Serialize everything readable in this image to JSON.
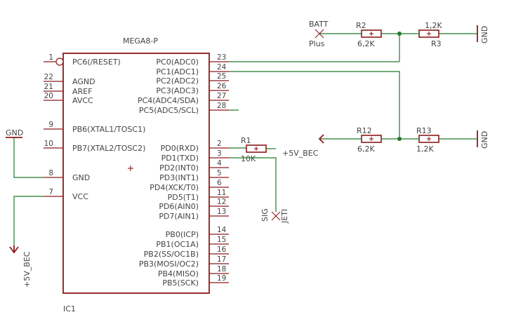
{
  "ic": {
    "name": "MEGA8-P",
    "ref": "IC1",
    "left_pins": [
      {
        "num": "1",
        "name": "PC6(/RESET)"
      },
      {
        "num": "22",
        "name": "AGND"
      },
      {
        "num": "21",
        "name": "AREF"
      },
      {
        "num": "20",
        "name": "AVCC"
      },
      {
        "num": "9",
        "name": "PB6(XTAL1/TOSC1)"
      },
      {
        "num": "10",
        "name": "PB7(XTAL2/TOSC2)"
      },
      {
        "num": "8",
        "name": "GND"
      },
      {
        "num": "7",
        "name": "VCC"
      }
    ],
    "right_pins": [
      {
        "num": "23",
        "name": "PC0(ADC0)"
      },
      {
        "num": "24",
        "name": "PC1(ADC1)"
      },
      {
        "num": "25",
        "name": "PC2(ADC2)"
      },
      {
        "num": "26",
        "name": "PC3(ADC3)"
      },
      {
        "num": "27",
        "name": "PC4(ADC4/SDA)"
      },
      {
        "num": "28",
        "name": "PC5(ADC5/SCL)"
      },
      {
        "num": "2",
        "name": "PD0(RXD)"
      },
      {
        "num": "3",
        "name": "PD1(TXD)"
      },
      {
        "num": "4",
        "name": "PD2(INT0)"
      },
      {
        "num": "5",
        "name": "PD3(INT1)"
      },
      {
        "num": "6",
        "name": "PD4(XCK/T0)"
      },
      {
        "num": "11",
        "name": "PD5(T1)"
      },
      {
        "num": "12",
        "name": "PD6(AIN0)"
      },
      {
        "num": "13",
        "name": "PD7(AIN1)"
      },
      {
        "num": "14",
        "name": "PB0(ICP)"
      },
      {
        "num": "15",
        "name": "PB1(OC1A)"
      },
      {
        "num": "16",
        "name": "PB2(SS/OC1B)"
      },
      {
        "num": "17",
        "name": "PB3(MOSI/OC2)"
      },
      {
        "num": "18",
        "name": "PB4(MISO)"
      },
      {
        "num": "19",
        "name": "PB5(SCK)"
      }
    ]
  },
  "resistors": {
    "r1": {
      "ref": "R1",
      "value": "10K"
    },
    "r2": {
      "ref": "R2",
      "value": "6,2K"
    },
    "r3": {
      "ref": "R3",
      "value": "1,2K"
    },
    "r12": {
      "ref": "R12",
      "value": "6,2K"
    },
    "r13": {
      "ref": "R13",
      "value": "1,2K"
    }
  },
  "nets": {
    "batt": "BATT",
    "plus": "Plus",
    "gnd": "GND",
    "bec_right": "+5V_BEC",
    "bec_left": "+5V_BEC",
    "sig": "SIG",
    "jeti": "JETI"
  }
}
